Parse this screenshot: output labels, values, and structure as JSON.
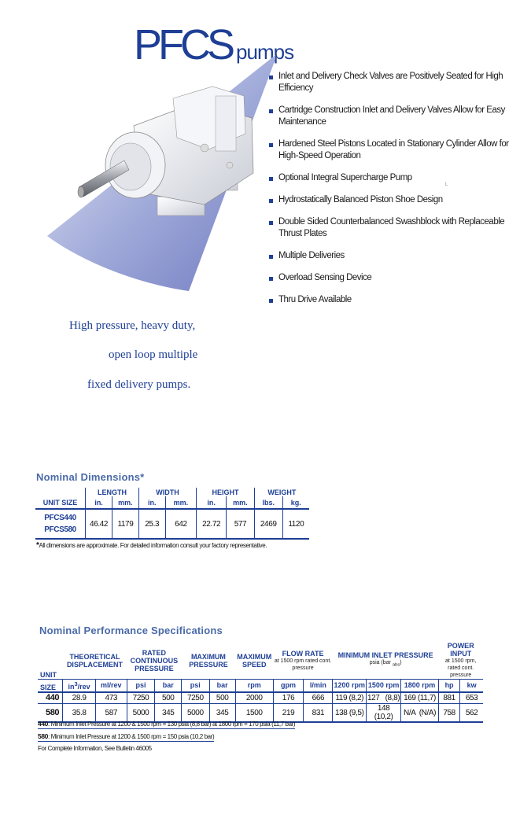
{
  "title": {
    "main": "PFCS",
    "sub": "pumps"
  },
  "features": [
    "Inlet and Delivery Check Valves are Positively Seated for High Efficiency",
    "Cartridge Construction Inlet and Delivery Valves Allow for Easy Maintenance",
    "Hardened Steel Pistons Located in Stationary Cylinder Allow for High-Speed Operation",
    "Optional Integral Supercharge Pump",
    "Hydrostatically Balanced Piston Shoe Design",
    "Double Sided Counterbalanced Swashblock with Replaceable Thrust Plates",
    "Multiple Deliveries",
    "Overload Sensing Device",
    "Thru Drive Available"
  ],
  "tagline": [
    "High pressure, heavy duty,",
    "open loop multiple",
    "fixed delivery pumps."
  ],
  "dimensions": {
    "title": "Nominal Dimensions*",
    "unit_size_label": "UNIT SIZE",
    "groups": [
      "LENGTH",
      "WIDTH",
      "HEIGHT",
      "WEIGHT"
    ],
    "subheads": [
      "in.",
      "mm.",
      "in.",
      "mm.",
      "in.",
      "mm.",
      "lbs.",
      "kg."
    ],
    "units": [
      "PFCS440",
      "PFCS580"
    ],
    "values": [
      "46.42",
      "1179",
      "25.3",
      "642",
      "22.72",
      "577",
      "2469",
      "1120"
    ],
    "note_star": "*",
    "note": "All dimensions are approximate. For detailed information consult your factory representative."
  },
  "performance": {
    "title": "Nominal Performance Specifications",
    "unit_label_1": "UNIT",
    "unit_label_2": "SIZE",
    "groups": {
      "displacement": "THEORETICAL DISPLACEMENT",
      "rated_pressure": "RATED CONTINUOUS PRESSURE",
      "max_pressure": "MAXIMUM PRESSURE",
      "max_speed": "MAXIMUM SPEED",
      "flow_rate": "FLOW RATE",
      "flow_rate_sub": "at 1500 rpm rated cont. pressure",
      "min_inlet": "MINIMUM INLET PRESSURE",
      "min_inlet_sub_prefix": "psia (bar",
      "min_inlet_sub_abs": "abs",
      "min_inlet_sub_suffix": ")",
      "power_input": "POWER INPUT",
      "power_input_sub": "at 1500 rpm, rated cont. pressure"
    },
    "subheads": {
      "in3_prefix": "in",
      "in3_sup": "3",
      "in3_suffix": "/rev",
      "mlrev": "ml/rev",
      "psi1": "psi",
      "bar1": "bar",
      "psi2": "psi",
      "bar2": "bar",
      "rpm": "rpm",
      "gpm": "gpm",
      "lmin": "l/min",
      "rpm1200": "1200 rpm",
      "rpm1500": "1500 rpm",
      "rpm1800": "1800 rpm",
      "hp": "hp",
      "kw": "kw"
    },
    "rows": [
      {
        "unit": "440",
        "cells": [
          "28.9",
          "473",
          "7250",
          "500",
          "7250",
          "500",
          "2000",
          "176",
          "666",
          "119 (8,2)",
          "127   (8,8)",
          "169 (11,7)",
          "881",
          "653"
        ]
      },
      {
        "unit": "580",
        "cells": [
          "35.8",
          "587",
          "5000",
          "345",
          "5000",
          "345",
          "1500",
          "219",
          "831",
          "138 (9,5)",
          "148 (10,2)",
          "N/A  (N/A)",
          "758",
          "562"
        ]
      }
    ],
    "note1_bold": "440",
    "note1": ": Minimum Inlet Pressure at 1200 & 1500 rpm = 130 psia (8,8 bar)  at 1800 rpm = 170 psia (11,7 bar)",
    "note2_bold": "580",
    "note2": ": Minimum Inlet Pressure at 1200 & 1500 rpm = 150 psia (10,2 bar)",
    "note3": "For Complete Information, See Bulletin 46005"
  },
  "colors": {
    "brand": "#1e3f95",
    "heading": "#4a6aa8"
  }
}
